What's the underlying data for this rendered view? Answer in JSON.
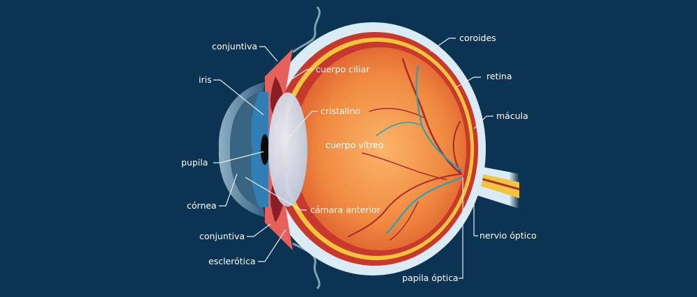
{
  "labels": {
    "conjuntiva_top": "conjuntiva",
    "iris": "iris",
    "pupila": "pupila",
    "cornea": "córnea",
    "conjuntiva_bottom": "conjuntiva",
    "esclerotica": "esclerótica",
    "cuerpo_ciliar": "cuerpo ciliar",
    "cristalino": "cristalino",
    "cuerpo_vitreo": "cuerpo vítreo",
    "camara_anterior": "cámara anterior",
    "coroides": "coroides",
    "retina": "retina",
    "macula": "mácula",
    "nervio_optico": "nervio óptico",
    "papila_optica": "papila óptica"
  },
  "colors": {
    "background": "#0b3352",
    "sclera": "#d9ecf5",
    "choroid": "#c9382c",
    "retina": "#f3c43d",
    "vitreous": "#f39a4a",
    "vessel_red": "#a82a2a",
    "vessel_blue": "#2aa0b8",
    "iris": "#2f7fb4"
  }
}
